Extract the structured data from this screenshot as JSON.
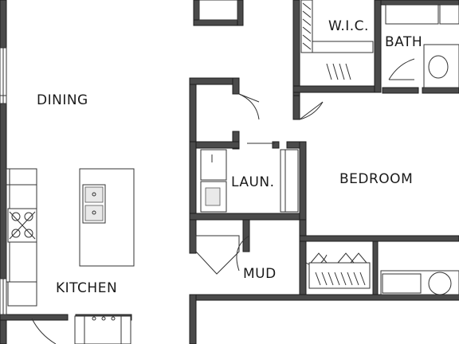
{
  "floor_plan": {
    "rooms": {
      "dining": "DINING",
      "kitchen": "KITCHEN",
      "wic": "W.I.C.",
      "bath": "BATH",
      "laundry": "LAUN.",
      "bedroom": "BEDROOM",
      "mud": "MUD"
    },
    "colors": {
      "wall": "#4a4a4a",
      "line": "#333333",
      "background": "#ffffff"
    }
  }
}
